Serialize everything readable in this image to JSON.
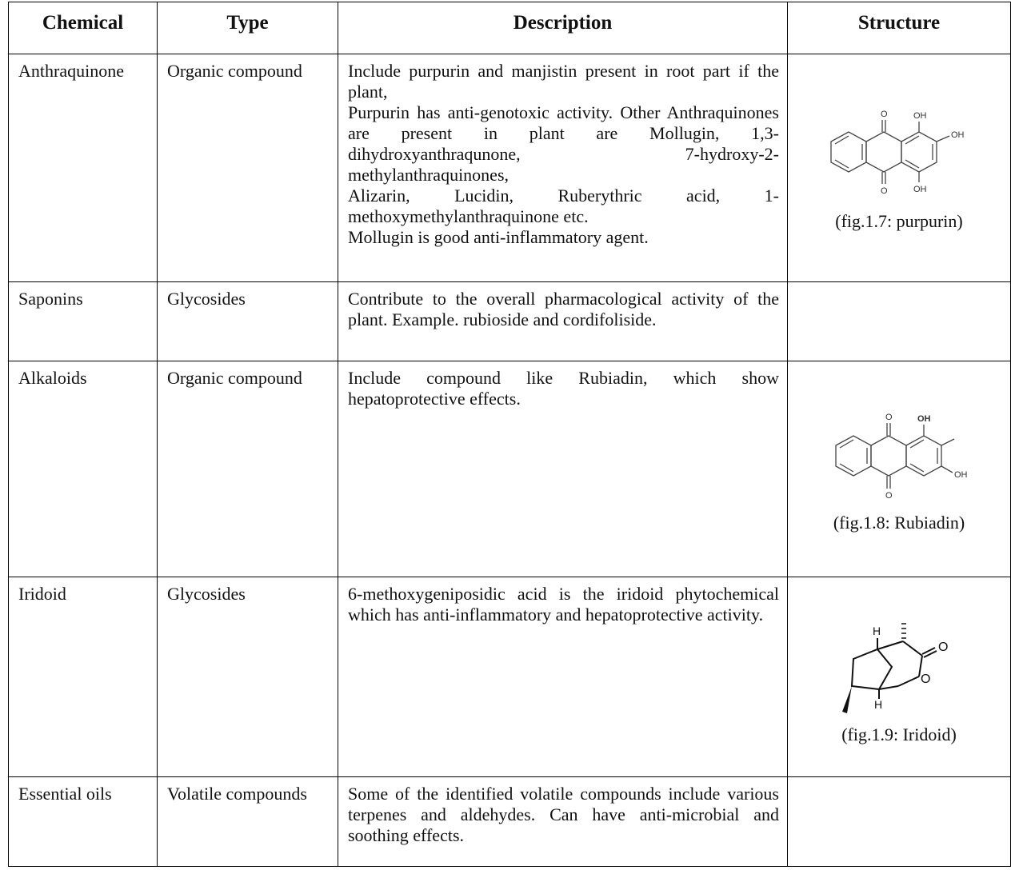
{
  "table": {
    "headers": [
      "Chemical",
      "Type",
      "Description",
      "Structure"
    ],
    "rows": [
      {
        "chemical": "Anthraquinone",
        "type": "Organic compound",
        "description": [
          "Include purpurin and manjistin present in root part if the plant,",
          "Purpurin has anti-genotoxic activity. Other Anthraquinones are present in plant are Mollugin, 1,3-dihydroxyanthraqunone, 7-hydroxy-2-methylanthraquinones,",
          "Alizarin, Lucidin, Ruberythric acid, 1-methoxymethylanthraquinone etc.",
          "Mollugin is good anti-inflammatory agent."
        ],
        "structure_caption": "(fig.1.7: purpurin)",
        "structure_labels": [
          "O",
          "OH",
          "OH",
          "O",
          "OH"
        ]
      },
      {
        "chemical": "Saponins",
        "type": "Glycosides",
        "description": [
          "Contribute to the overall pharmacological activity of the plant. Example. rubioside and cordifoliside."
        ],
        "structure_caption": ""
      },
      {
        "chemical": "Alkaloids",
        "type": "Organic compound",
        "description": [
          "Include compound like Rubiadin, which show hepatoprotective effects."
        ],
        "structure_caption": "(fig.1.8: Rubiadin)",
        "structure_labels": [
          "O",
          "OH",
          "OH",
          "O"
        ]
      },
      {
        "chemical": "Iridoid",
        "type": "Glycosides",
        "description": [
          "6-methoxygeniposidic acid is the iridoid phytochemical which has anti-inflammatory and hepatoprotective activity."
        ],
        "structure_caption": "(fig.1.9: Iridoid)",
        "structure_labels": [
          "H",
          "O",
          "O",
          "H"
        ]
      },
      {
        "chemical": "Essential oils",
        "type": "Volatile compounds",
        "description": [
          "Some of the identified volatile compounds include various terpenes and aldehydes. Can have anti-microbial and soothing effects."
        ],
        "structure_caption": ""
      }
    ]
  }
}
